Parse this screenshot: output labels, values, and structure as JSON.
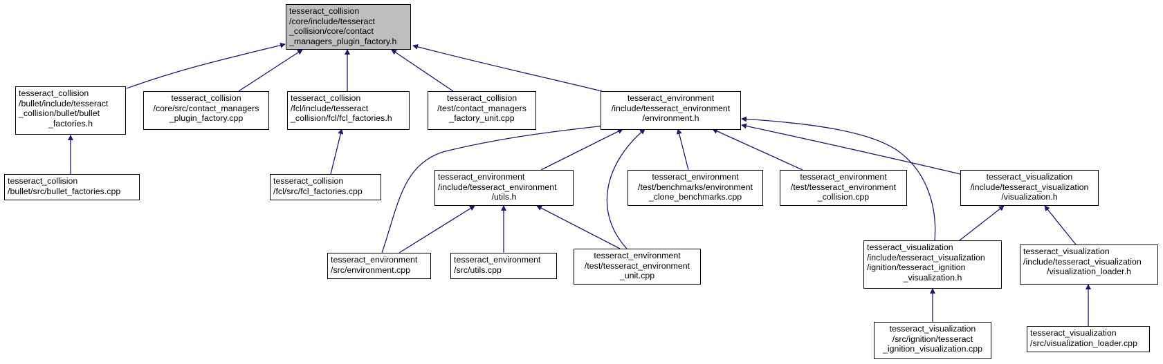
{
  "colors": {
    "edge": "#191970",
    "root_fill": "#bfbfbf",
    "node_fill": "#ffffff",
    "border": "#000000"
  },
  "nodes": {
    "root": {
      "lines": [
        "tesseract_collision",
        "/core/include/tesseract",
        "_collision/core/contact",
        "_managers_plugin_factory.h"
      ]
    },
    "bullet_h": {
      "lines": [
        "tesseract_collision",
        "/bullet/include/tesseract",
        "_collision/bullet/bullet",
        "_factories.h"
      ]
    },
    "cm_plugin_cpp": {
      "lines": [
        "tesseract_collision",
        "/core/src/contact_managers",
        "_plugin_factory.cpp"
      ]
    },
    "fcl_h": {
      "lines": [
        "tesseract_collision",
        "/fcl/include/tesseract",
        "_collision/fcl/fcl_factories.h"
      ]
    },
    "cm_unit_cpp": {
      "lines": [
        "tesseract_collision",
        "/test/contact_managers",
        "_factory_unit.cpp"
      ]
    },
    "env_h": {
      "lines": [
        "tesseract_environment",
        "/include/tesseract_environment",
        "/environment.h"
      ]
    },
    "bullet_cpp": {
      "lines": [
        "tesseract_collision",
        "/bullet/src/bullet_factories.cpp"
      ]
    },
    "fcl_cpp": {
      "lines": [
        "tesseract_collision",
        "/fcl/src/fcl_factories.cpp"
      ]
    },
    "utils_h": {
      "lines": [
        "tesseract_environment",
        "/include/tesseract_environment",
        "/utils.h"
      ]
    },
    "bench_cpp": {
      "lines": [
        "tesseract_environment",
        "/test/benchmarks/environment",
        "_clone_benchmarks.cpp"
      ]
    },
    "coll_cpp": {
      "lines": [
        "tesseract_environment",
        "/test/tesseract_environment",
        "_collision.cpp"
      ]
    },
    "vis_h": {
      "lines": [
        "tesseract_visualization",
        "/include/tesseract_visualization",
        "/visualization.h"
      ]
    },
    "env_cpp": {
      "lines": [
        "tesseract_environment",
        "/src/environment.cpp"
      ]
    },
    "utils_cpp": {
      "lines": [
        "tesseract_environment",
        "/src/utils.cpp"
      ]
    },
    "env_unit_cpp": {
      "lines": [
        "tesseract_environment",
        "/test/tesseract_environment",
        "_unit.cpp"
      ]
    },
    "ign_h": {
      "lines": [
        "tesseract_visualization",
        "/include/tesseract_visualization",
        "/ignition/tesseract_ignition",
        "_visualization.h"
      ]
    },
    "loader_h": {
      "lines": [
        "tesseract_visualization",
        "/include/tesseract_visualization",
        "/visualization_loader.h"
      ]
    },
    "ign_cpp": {
      "lines": [
        "tesseract_visualization",
        "/src/ignition/tesseract",
        "_ignition_visualization.cpp"
      ]
    },
    "loader_cpp": {
      "lines": [
        "tesseract_visualization",
        "/src/visualization_loader.cpp"
      ]
    }
  }
}
